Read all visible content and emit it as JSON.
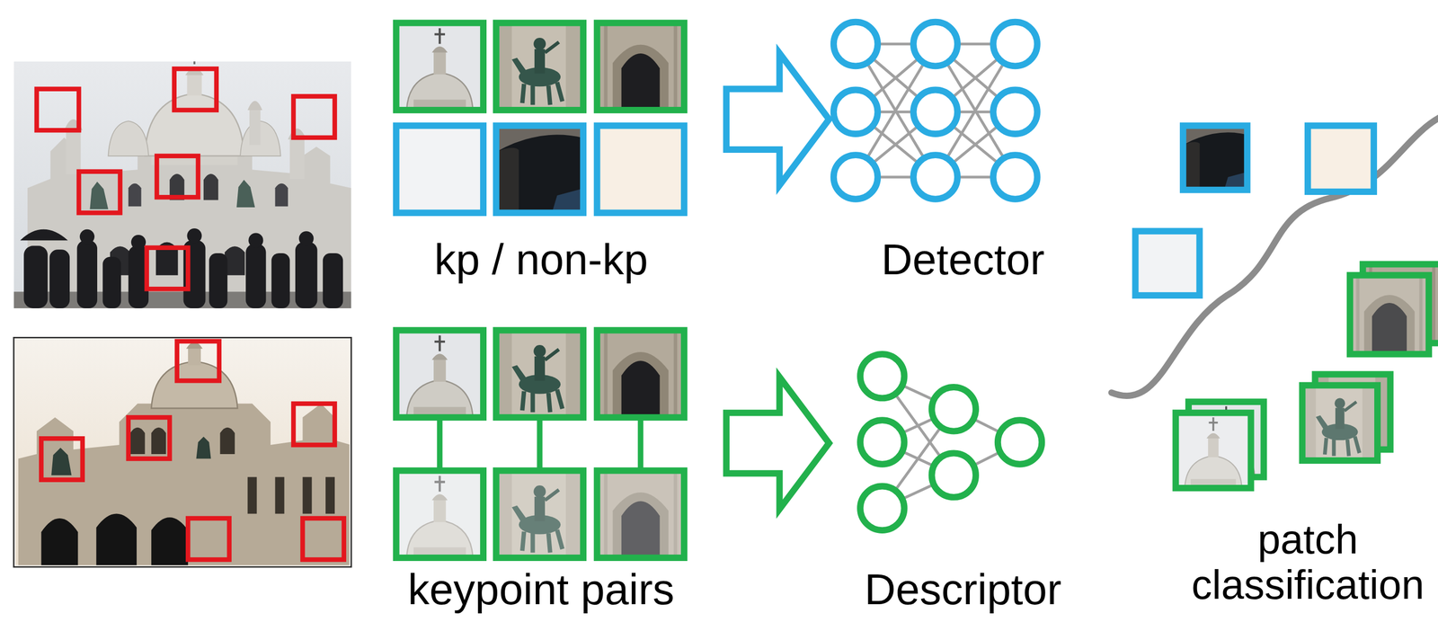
{
  "diagram": {
    "labels": [
      "kp / non-kp",
      "Detector",
      "keypoint pairs",
      "Descriptor",
      "patch classification"
    ]
  }
}
